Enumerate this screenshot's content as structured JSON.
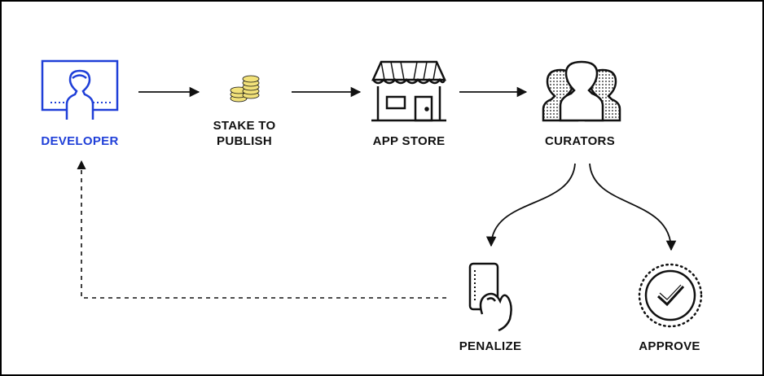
{
  "colors": {
    "developer_blue": "#1f3fd8",
    "coin_yellow": "#f2e27a",
    "ink": "#111111"
  },
  "nodes": {
    "developer": {
      "label": "DEVELOPER",
      "icon": "developer-monitor-icon"
    },
    "stake": {
      "label_line1": "STAKE TO",
      "label_line2": "PUBLISH",
      "icon": "coin-stack-icon"
    },
    "app_store": {
      "label": "APP STORE",
      "icon": "storefront-icon"
    },
    "curators": {
      "label": "CURATORS",
      "icon": "people-group-icon"
    },
    "penalize": {
      "label": "PENALIZE",
      "icon": "hand-holding-card-icon"
    },
    "approve": {
      "label": "APPROVE",
      "icon": "checkmark-seal-icon"
    }
  }
}
